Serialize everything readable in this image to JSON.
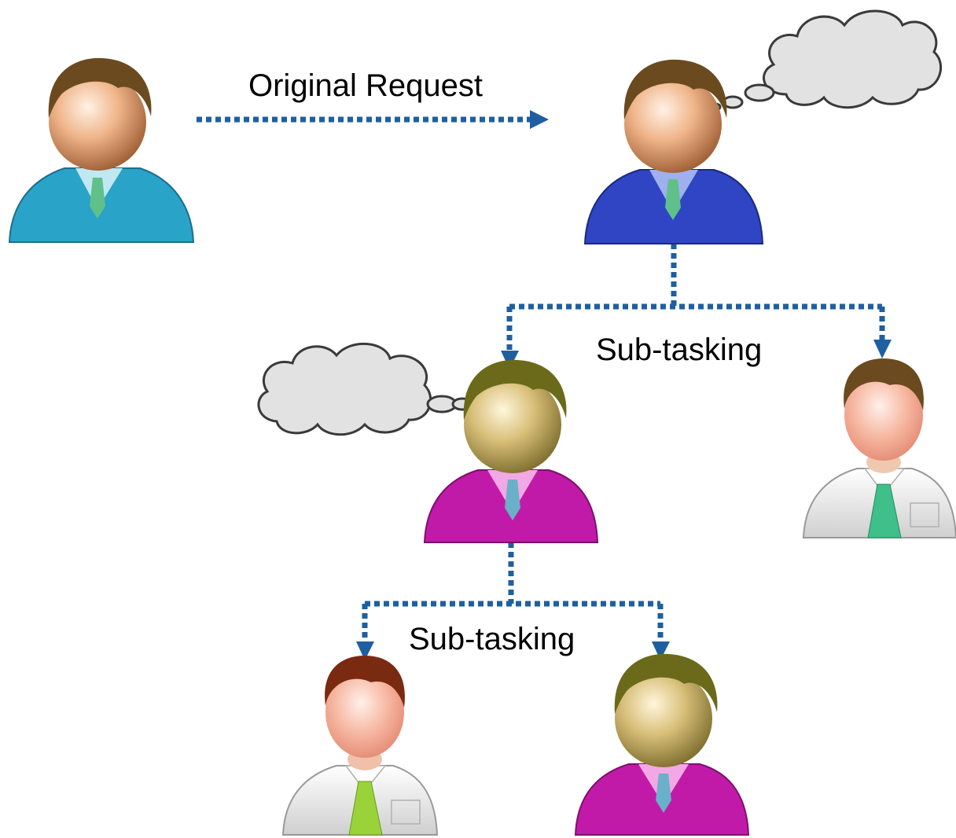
{
  "labels": {
    "original_request": "Original Request",
    "subtasking_upper": "Sub-tasking",
    "subtasking_lower": "Sub-tasking"
  },
  "colors": {
    "arrow": "#1f5fa0",
    "cloud_fill": "#e2e2e2",
    "cloud_stroke": "#3a3a3a",
    "requester_suit": "#2aa3c9",
    "manager_suit": "#2f45c4",
    "team_lead_suit": "#c21aa8",
    "worker_shirt": "#ededed",
    "hair_brown": "#6b4a1f",
    "hair_olive": "#6a6a1a",
    "hair_red_brown": "#7a2a10",
    "tie_green": "#5fc08a",
    "tie_lime": "#9ad23a"
  },
  "people": [
    {
      "id": "requester",
      "icon": "person-blue-suit-icon"
    },
    {
      "id": "manager",
      "icon": "person-navy-suit-icon"
    },
    {
      "id": "team-lead",
      "icon": "person-magenta-suit-icon"
    },
    {
      "id": "worker-right",
      "icon": "person-white-shirt-icon"
    },
    {
      "id": "worker-bottom-left",
      "icon": "person-white-shirt-icon"
    },
    {
      "id": "worker-bottom-right",
      "icon": "person-magenta-suit-icon"
    }
  ]
}
